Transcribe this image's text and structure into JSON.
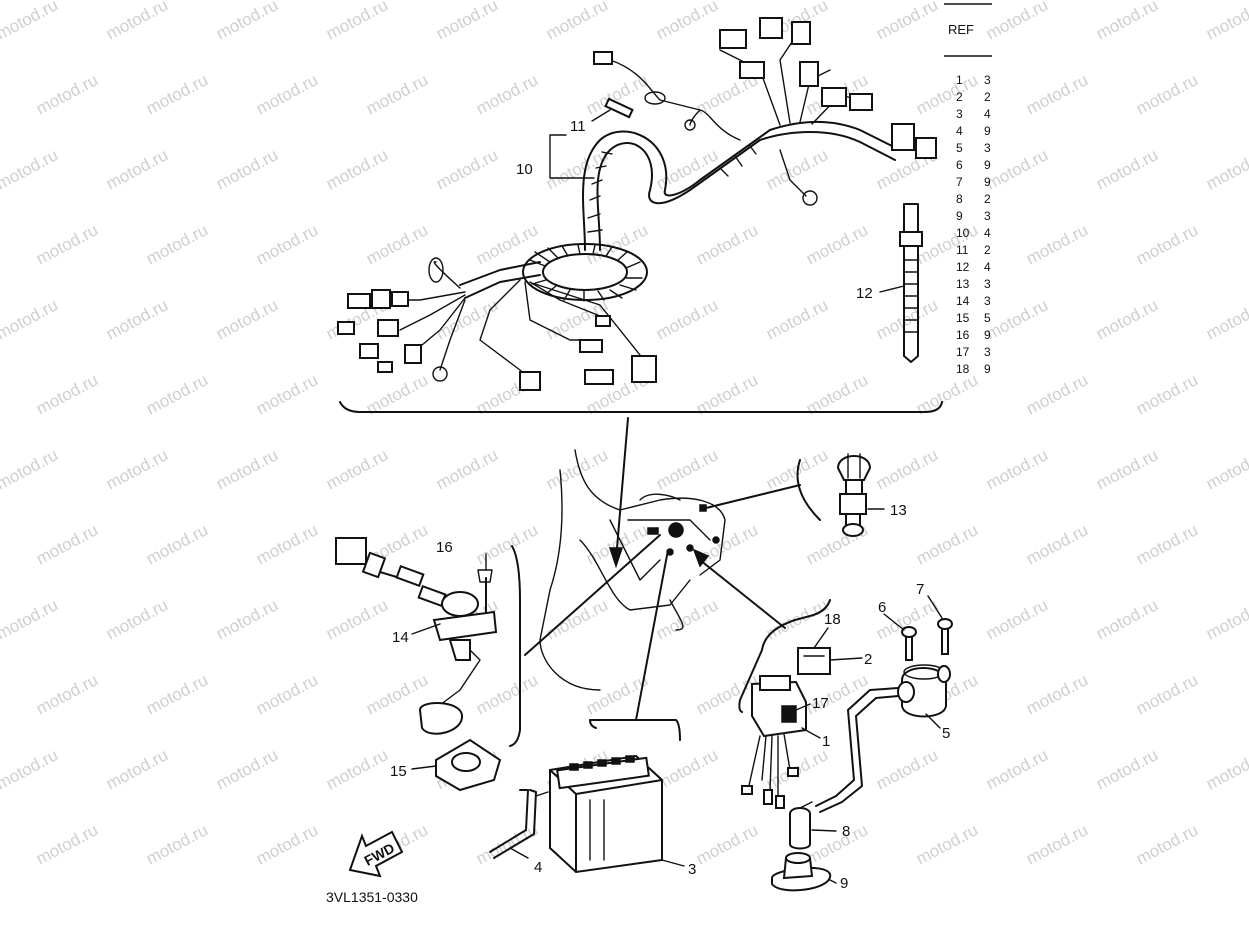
{
  "watermark": "motod.ru",
  "diagram_code": "3VL1351-0330",
  "fwd_label": "FWD",
  "ref_table": {
    "header": "REF",
    "rows": [
      {
        "num": "1",
        "part": "3"
      },
      {
        "num": "2",
        "part": "2"
      },
      {
        "num": "3",
        "part": "4"
      },
      {
        "num": "4",
        "part": "9"
      },
      {
        "num": "5",
        "part": "3"
      },
      {
        "num": "6",
        "part": "9"
      },
      {
        "num": "7",
        "part": "9"
      },
      {
        "num": "8",
        "part": "2"
      },
      {
        "num": "9",
        "part": "3"
      },
      {
        "num": "10",
        "part": "4"
      },
      {
        "num": "11",
        "part": "2"
      },
      {
        "num": "12",
        "part": "4"
      },
      {
        "num": "13",
        "part": "3"
      },
      {
        "num": "14",
        "part": "3"
      },
      {
        "num": "15",
        "part": "5"
      },
      {
        "num": "16",
        "part": "9"
      },
      {
        "num": "17",
        "part": "3"
      },
      {
        "num": "18",
        "part": "9"
      }
    ]
  },
  "callouts": [
    "1",
    "2",
    "3",
    "4",
    "5",
    "6",
    "7",
    "8",
    "9",
    "10",
    "11",
    "12",
    "13",
    "14",
    "15",
    "16",
    "17",
    "18"
  ]
}
